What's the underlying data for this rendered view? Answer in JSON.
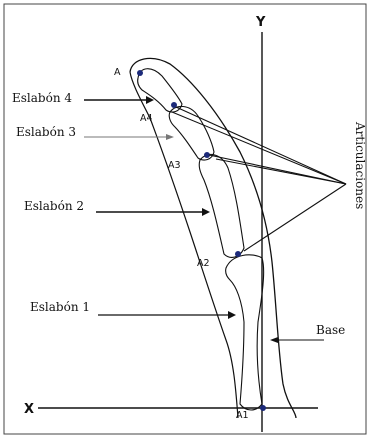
{
  "axes": {
    "x_label": "X",
    "y_label": "Y"
  },
  "links": {
    "link4": "Eslabón 4",
    "link3": "Eslabón 3",
    "link2": "Eslabón 2",
    "link1": "Eslabón 1",
    "base": "Base"
  },
  "joints_label": "Articulaciones",
  "points": {
    "a": "A",
    "a4": "A4",
    "a3": "A3",
    "a2": "A2",
    "a1": "A1"
  },
  "colors": {
    "line": "#111111",
    "joint": "#1c2a7a",
    "frame": "#444444"
  }
}
